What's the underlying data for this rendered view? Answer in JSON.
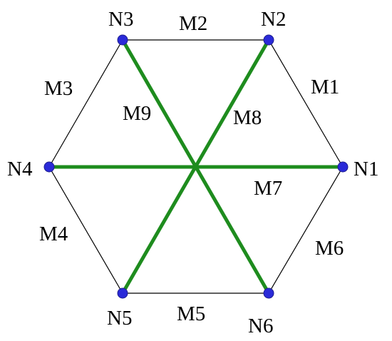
{
  "diagram": {
    "colors": {
      "outer_edge": "#000000",
      "inner_edge": "#1e8c1e",
      "node": "#2a2ad8",
      "background": "#ffffff"
    },
    "nodes": {
      "n1": {
        "label": "N1"
      },
      "n2": {
        "label": "N2"
      },
      "n3": {
        "label": "N3"
      },
      "n4": {
        "label": "N4"
      },
      "n5": {
        "label": "N5"
      },
      "n6": {
        "label": "N6"
      }
    },
    "members": {
      "m1": {
        "label": "M1",
        "from": "N1",
        "to": "N2"
      },
      "m2": {
        "label": "M2",
        "from": "N2",
        "to": "N3"
      },
      "m3": {
        "label": "M3",
        "from": "N3",
        "to": "N4"
      },
      "m4": {
        "label": "M4",
        "from": "N4",
        "to": "N5"
      },
      "m5": {
        "label": "M5",
        "from": "N5",
        "to": "N6"
      },
      "m6": {
        "label": "M6",
        "from": "N6",
        "to": "N1"
      },
      "m7": {
        "label": "M7",
        "from": "N4",
        "to": "N1"
      },
      "m8": {
        "label": "M8",
        "from": "N5",
        "to": "N2"
      },
      "m9": {
        "label": "M9",
        "from": "N3",
        "to": "N6"
      }
    }
  }
}
